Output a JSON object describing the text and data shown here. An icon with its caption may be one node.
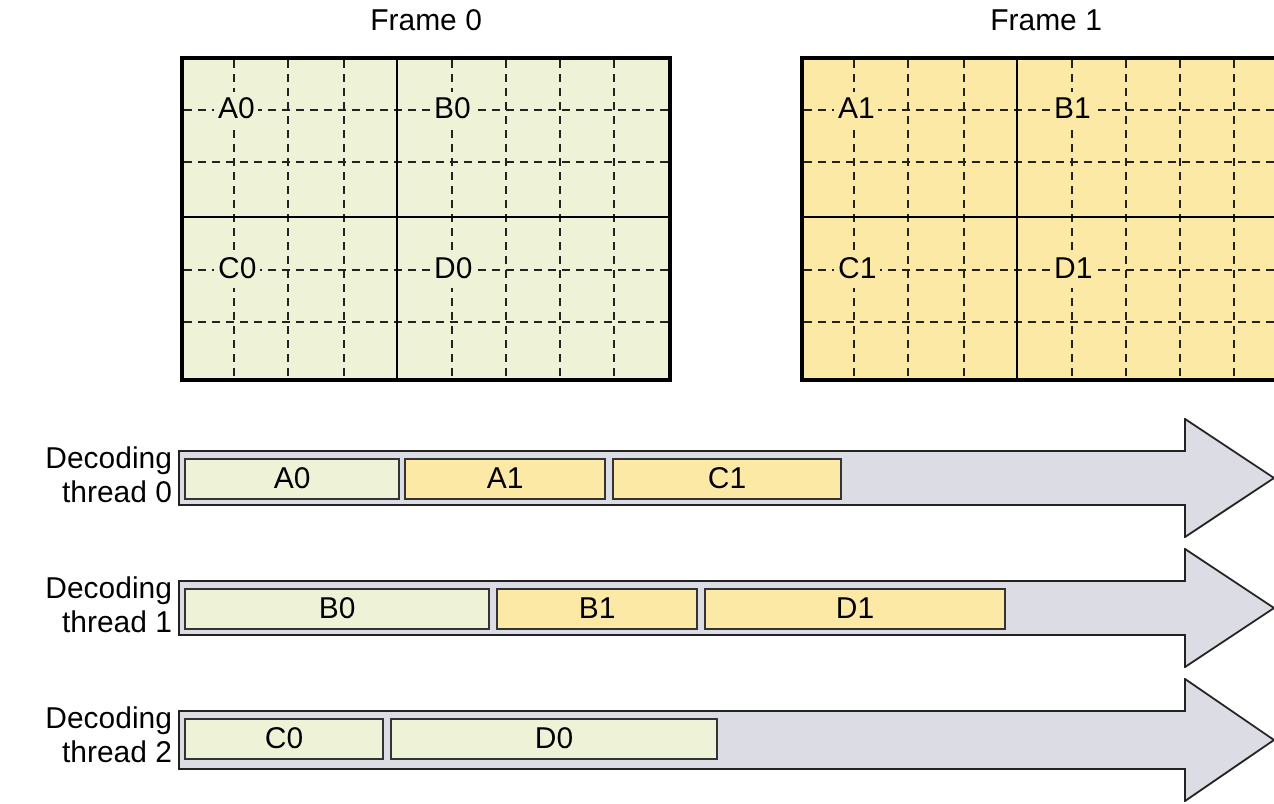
{
  "diagram": {
    "nodes": [
      {
        "text": [
          "Frame 0"
        ]
      },
      {
        "text": [
          "A0"
        ],
        "in": 0
      },
      {
        "text": [
          "B0"
        ],
        "in": 0
      },
      {
        "text": [
          "C0"
        ],
        "in": 0
      },
      {
        "text": [
          "D0"
        ],
        "in": 0
      },
      {
        "text": [
          "Frame 1"
        ]
      },
      {
        "text": [
          "A1"
        ],
        "in": 5
      },
      {
        "text": [
          "B1"
        ],
        "in": 5
      },
      {
        "text": [
          "C1"
        ],
        "in": 5
      },
      {
        "text": [
          "D1"
        ],
        "in": 5
      },
      {
        "text": [
          "Decoding thread 0"
        ]
      },
      {
        "text": [
          "A0"
        ],
        "in": 10
      },
      {
        "text": [
          "A1"
        ],
        "in": 10
      },
      {
        "text": [
          "C1"
        ],
        "in": 10
      },
      {
        "text": [
          "Decoding thread 1"
        ]
      },
      {
        "text": [
          "B0"
        ],
        "in": 14
      },
      {
        "text": [
          "B1"
        ],
        "in": 14
      },
      {
        "text": [
          "D1"
        ],
        "in": 14
      },
      {
        "text": [
          "Decoding thread 2"
        ]
      },
      {
        "text": [
          "C0"
        ],
        "in": 18
      },
      {
        "text": [
          "D0"
        ],
        "in": 18
      }
    ],
    "edges": []
  }
}
